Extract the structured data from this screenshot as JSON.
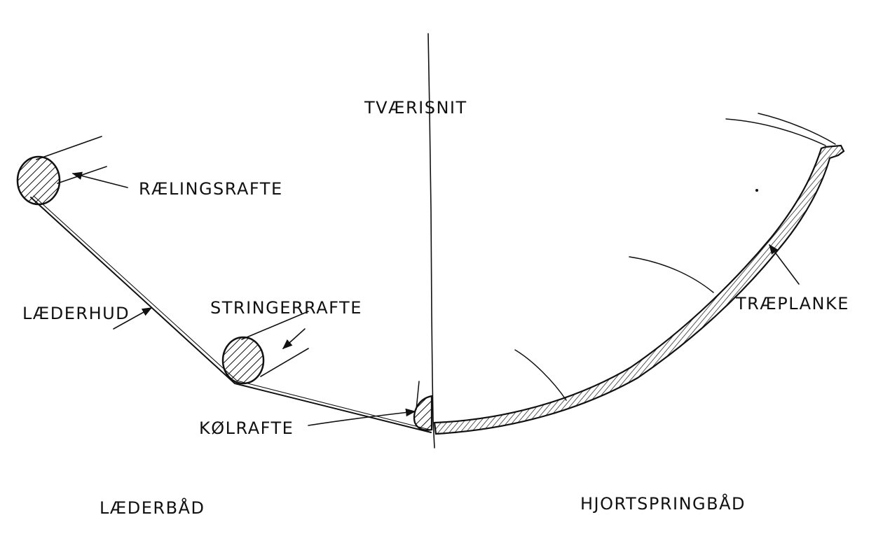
{
  "labels": {
    "title": "TVÆRISNIT",
    "railing_rafter": "RÆLINGSRAFTE",
    "leather_hide": "LÆDERHUD",
    "stringer_rafter": "STRINGERRAFTE",
    "keel_rafter": "KØLRAFTE",
    "wood_plank": "TRÆPLANKE",
    "leather_boat": "LÆDERBÅD",
    "hjortspring_boat": "HJORTSPRINGBÅD"
  },
  "colors": {
    "ink": "#111111",
    "paper": "#ffffff"
  }
}
